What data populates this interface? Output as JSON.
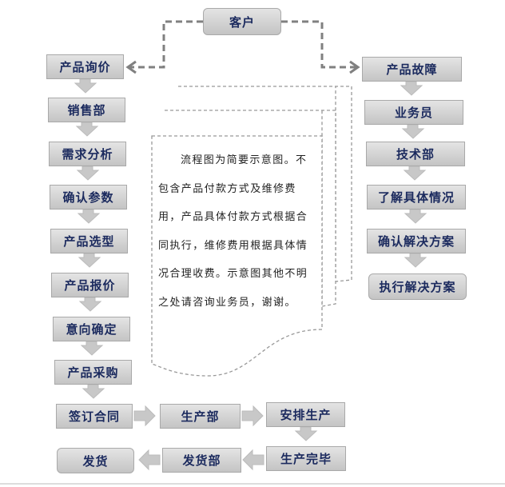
{
  "top": {
    "customer": "客户"
  },
  "sales_flow": [
    "产品询价",
    "销售部",
    "需求分析",
    "确认参数",
    "产品选型",
    "产品报价",
    "意向确定",
    "产品采购",
    "签订合同"
  ],
  "production_flow": [
    "生产部",
    "安排生产",
    "生产完毕",
    "发货部",
    "发货"
  ],
  "service_flow": [
    "产品故障",
    "业务员",
    "技术部",
    "了解具体情况",
    "确认解决方案",
    "执行解决方案"
  ],
  "note": {
    "lines": [
      "流程图为简要示意图。不",
      "包含产品付款方式及维修费",
      "用，产品具体付款方式根据合",
      "同执行，维修费用根据具体情",
      "况合理收费。示意图其他不明",
      "之处请咨询业务员，谢谢。"
    ]
  },
  "colors": {
    "text": "#1b2a5e",
    "box_fill": "#d4d4d4",
    "connector": "#808080"
  }
}
